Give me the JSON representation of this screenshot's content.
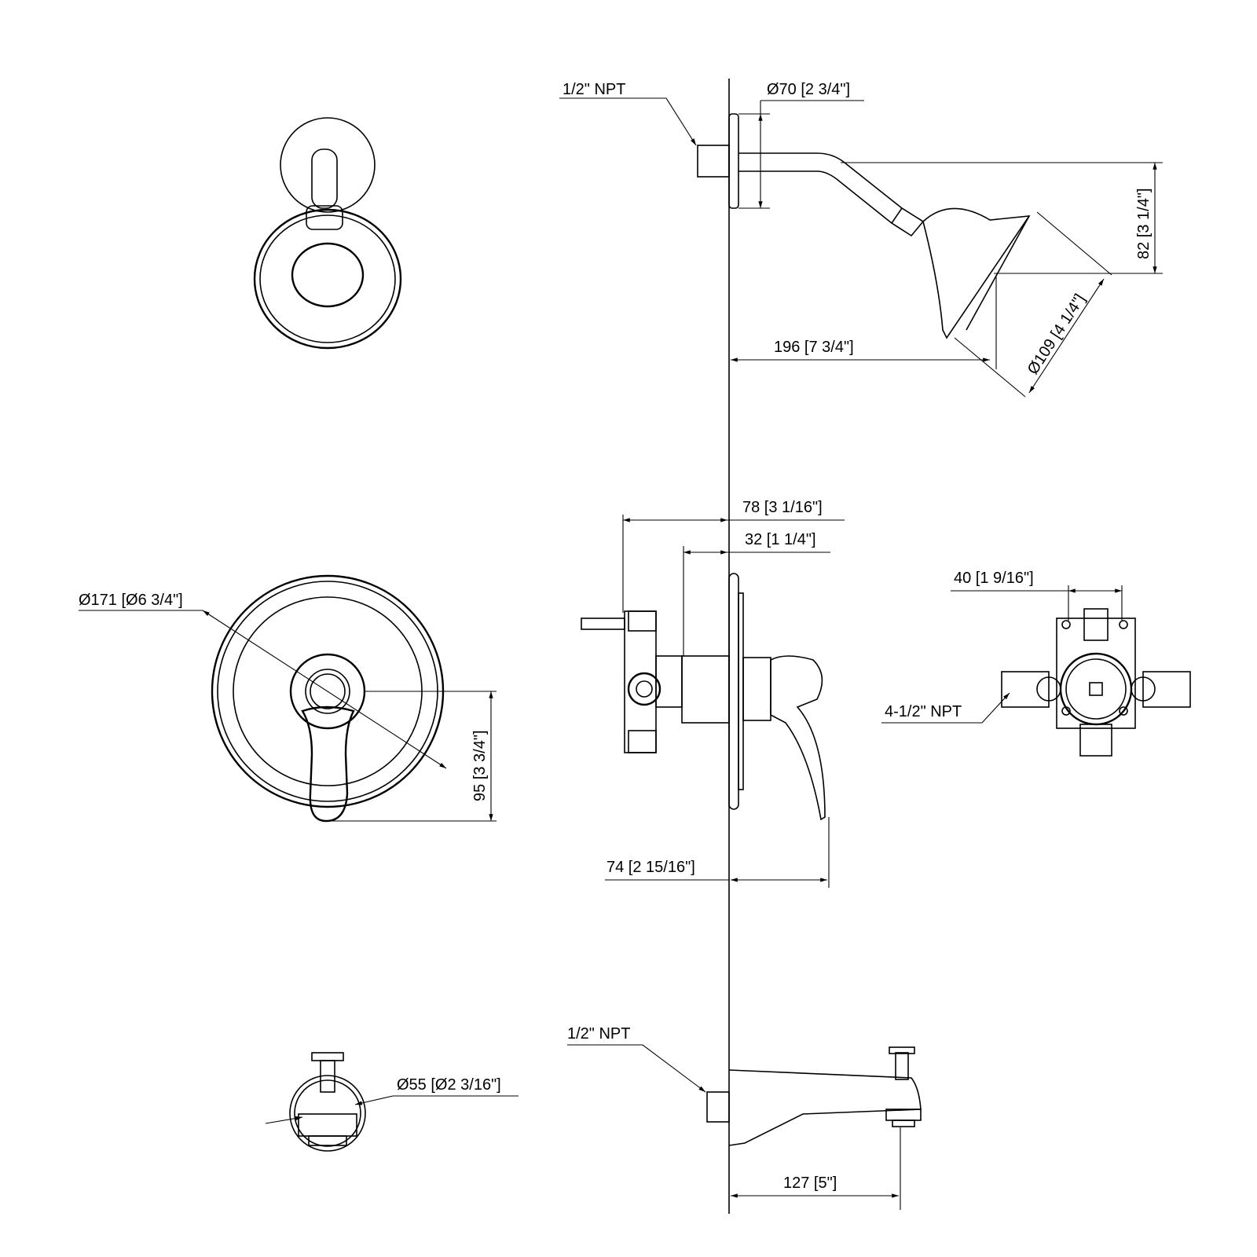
{
  "drawing": {
    "shower_head": {
      "inlet_label": "1/2\" NPT",
      "flange_diameter": "Ø70 [2 3/4\"]",
      "drop_height": "82 [3 1/4\"]",
      "reach": "196 [7 3/4\"]",
      "head_diameter": "Ø109 [4 1/4\"]"
    },
    "valve": {
      "depth_total": "78 [3 1/16\"]",
      "depth_trim": "32 [1 1/4\"]",
      "plate_diameter": "Ø171 [Ø6 3/4\"]",
      "handle_offset": "95 [3 3/4\"]",
      "handle_projection": "74 [2 15/16\"]",
      "body_port_spacing": "40 [1 9/16\"]",
      "body_ports": "4-1/2\" NPT"
    },
    "tub_spout": {
      "inlet_label": "1/2\" NPT",
      "outlet_diameter": "Ø55 [Ø2 3/16\"]",
      "reach": "127 [5\"]"
    }
  }
}
